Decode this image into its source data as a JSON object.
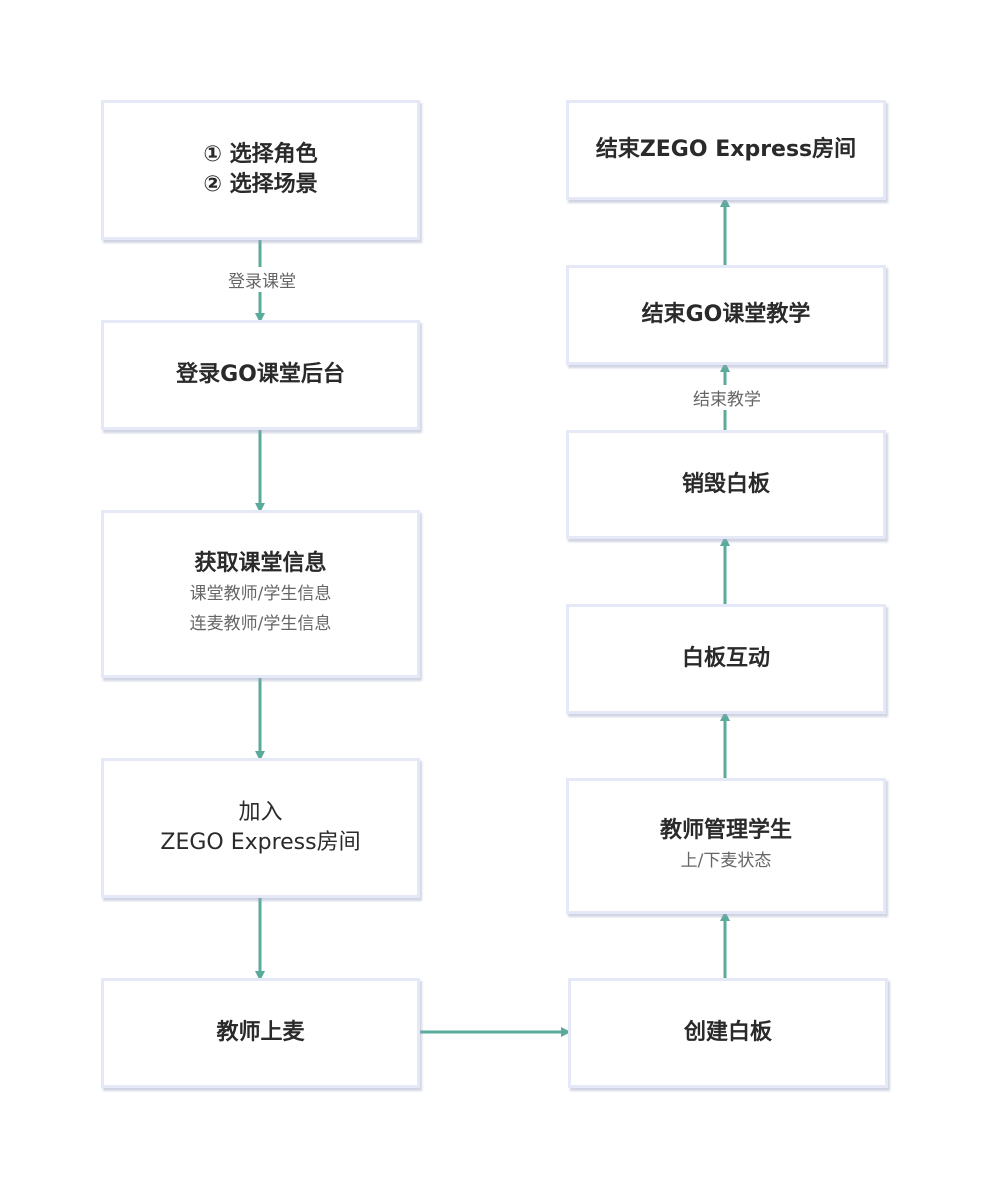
{
  "nodes": {
    "select": {
      "line1": "① 选择角色",
      "line2": "② 选择场景"
    },
    "login_backend": {
      "title": "登录GO课堂后台"
    },
    "get_info": {
      "title": "获取课堂信息",
      "sub1": "课堂教师/学生信息",
      "sub2": "连麦教师/学生信息"
    },
    "join_room": {
      "line1": "加入",
      "line2": "ZEGO Express房间"
    },
    "teacher_mic": {
      "title": "教师上麦"
    },
    "create_board": {
      "title": "创建白板"
    },
    "manage_students": {
      "title": "教师管理学生",
      "sub": "上/下麦状态"
    },
    "board_interact": {
      "title": "白板互动"
    },
    "destroy_board": {
      "title": "销毁白板"
    },
    "end_teaching": {
      "title": "结束GO课堂教学"
    },
    "end_room": {
      "title": "结束ZEGO Express房间"
    }
  },
  "edges": {
    "login_label": "登录课堂",
    "end_label": "结束教学"
  },
  "colors": {
    "arrow": "#5aab9b",
    "box_border": "#e4e8f7"
  }
}
